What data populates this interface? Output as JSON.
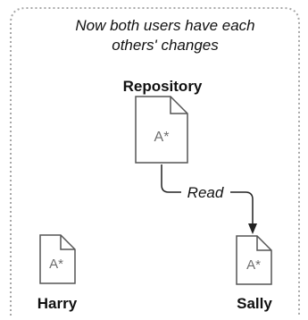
{
  "caption": {
    "line1": "Now both users have each",
    "line2": "others' changes"
  },
  "repository": {
    "label": "Repository",
    "doc_text": "A*"
  },
  "arrow": {
    "label": "Read"
  },
  "harry": {
    "label": "Harry",
    "doc_text": "A*"
  },
  "sally": {
    "label": "Sally",
    "doc_text": "A*"
  },
  "colors": {
    "frame": "#a8a8a8",
    "doc_stroke": "#555555",
    "doc_fill": "#ffffff",
    "doc_text": "#6e6e6e",
    "label": "#111111",
    "arrow": "#222222"
  },
  "icons": {
    "document": "document-icon"
  }
}
